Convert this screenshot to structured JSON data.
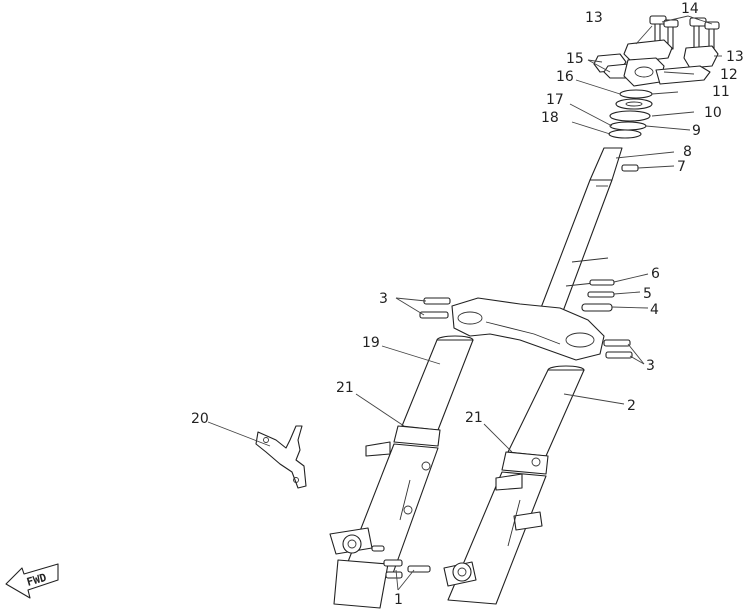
{
  "diagram": {
    "callouts": [
      {
        "id": "c1",
        "label": "1"
      },
      {
        "id": "c2",
        "label": "2"
      },
      {
        "id": "c3a",
        "label": "3"
      },
      {
        "id": "c3b",
        "label": "3"
      },
      {
        "id": "c4",
        "label": "4"
      },
      {
        "id": "c5",
        "label": "5"
      },
      {
        "id": "c6",
        "label": "6"
      },
      {
        "id": "c7",
        "label": "7"
      },
      {
        "id": "c8",
        "label": "8"
      },
      {
        "id": "c9",
        "label": "9"
      },
      {
        "id": "c10",
        "label": "10"
      },
      {
        "id": "c11",
        "label": "11"
      },
      {
        "id": "c12",
        "label": "12"
      },
      {
        "id": "c13a",
        "label": "13"
      },
      {
        "id": "c13b",
        "label": "13"
      },
      {
        "id": "c14",
        "label": "14"
      },
      {
        "id": "c15",
        "label": "15"
      },
      {
        "id": "c16",
        "label": "16"
      },
      {
        "id": "c17",
        "label": "17"
      },
      {
        "id": "c18",
        "label": "18"
      },
      {
        "id": "c19",
        "label": "19"
      },
      {
        "id": "c20",
        "label": "20"
      },
      {
        "id": "c21a",
        "label": "21"
      },
      {
        "id": "c21b",
        "label": "21"
      }
    ],
    "direction_arrow": {
      "label": "FWD"
    }
  }
}
